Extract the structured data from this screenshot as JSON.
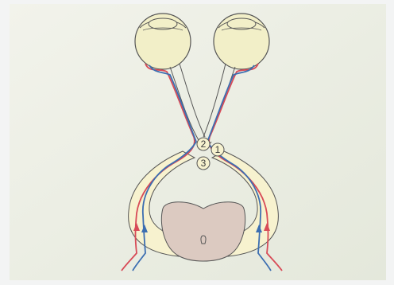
{
  "diagram": {
    "markers": [
      {
        "id": "marker-2",
        "label": "2"
      },
      {
        "id": "marker-1",
        "label": "1"
      },
      {
        "id": "marker-3",
        "label": "3"
      }
    ],
    "colors": {
      "slide_frame": "#f3f4f4",
      "background": "#e8ebdf",
      "background_light": "#f2f3eb",
      "eye_fill": "#f2efc8",
      "eye_outline": "#555555",
      "tract_fill": "#f7f2cf",
      "brainstem_fill": "#dccac1",
      "red_pathway": "#d84b57",
      "blue_pathway": "#3c6eb1"
    }
  }
}
